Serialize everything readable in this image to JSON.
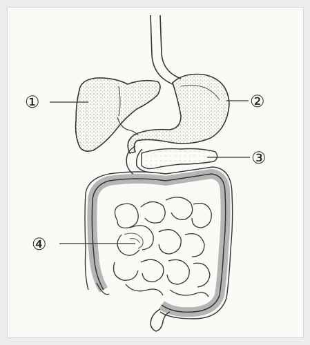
{
  "labels": {
    "l1": "①",
    "l2": "②",
    "l3": "③",
    "l4": "④"
  },
  "colors": {
    "background": "#fbfaf7",
    "ink": "#333333",
    "shade": "#8c8c8c"
  }
}
